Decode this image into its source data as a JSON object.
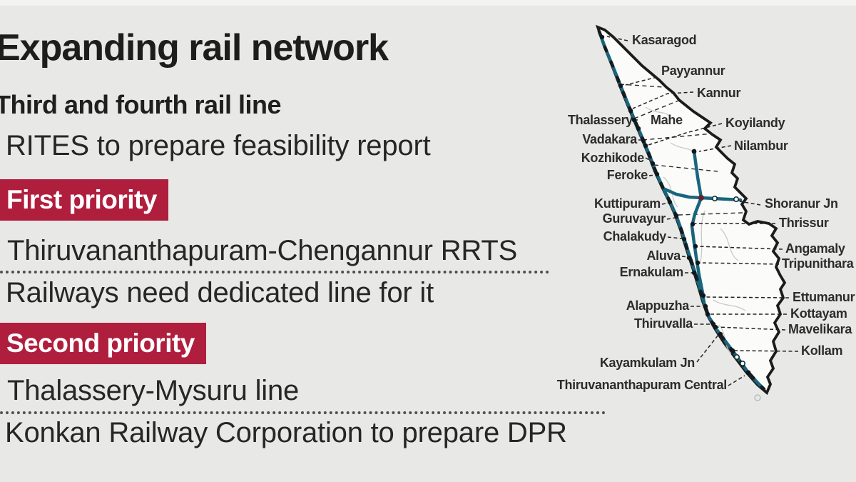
{
  "colors": {
    "background": "#e8e8e6",
    "badge_red": "#b01e3e",
    "rail_teal": "#19657d",
    "map_fill": "#fbfbf9",
    "outline_black": "#1b1b1b"
  },
  "infobox": {
    "title": "Expanding rail network",
    "subheading": "Third and fourth rail line",
    "subheading_note": "RITES to prepare feasibility report",
    "priority1": {
      "badge": "First priority",
      "line1": "Thiruvananthapuram-Chengannur RRTS",
      "line2": "Railways need dedicated line for it"
    },
    "priority2": {
      "badge": "Second priority",
      "line1": "Thalassery-Mysuru line",
      "line2": "Konkan Railway Corporation to prepare DPR"
    }
  },
  "map": {
    "region": "Kerala rail network map",
    "stations": [
      "Kasaragod",
      "Payyannur",
      "Kannur",
      "Thalassery",
      "Mahe",
      "Koyilandy",
      "Vadakara",
      "Nilambur",
      "Kozhikode",
      "Feroke",
      "Kuttipuram",
      "Shoranur Jn",
      "Guruvayur",
      "Thrissur",
      "Chalakudy",
      "Angamaly",
      "Aluva",
      "Tripunithara",
      "Ernakulam",
      "Ettumanur",
      "Alappuzha",
      "Kottayam",
      "Thiruvalla",
      "Mavelikara",
      "Kollam",
      "Kayamkulam Jn",
      "Thiruvananthapuram Central"
    ]
  }
}
